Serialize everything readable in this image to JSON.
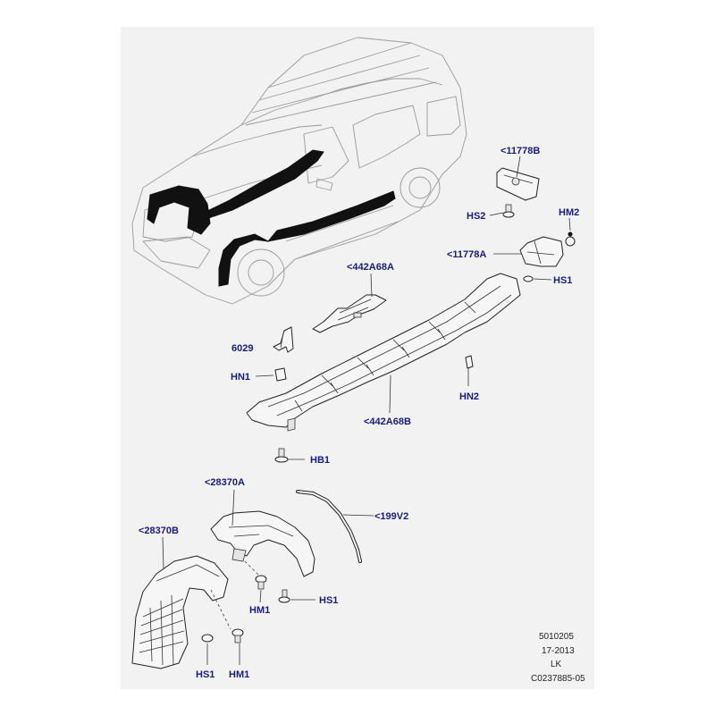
{
  "labels": {
    "l11778b": "<11778B",
    "hs2": "HS2",
    "hm2_top": "HM2",
    "l11778a": "<11778A",
    "hs1_top": "HS1",
    "l442a68a": "<442A68A",
    "l6029": "6029",
    "hn1": "HN1",
    "hn2": "HN2",
    "l442a68b": "<442A68B",
    "hb1": "HB1",
    "l28370a": "<28370A",
    "l199v2": "<199V2",
    "l28370b": "<28370B",
    "hm1_mid": "HM1",
    "hs1_mid": "HS1",
    "hs1_bot": "HS1",
    "hm1_bot": "HM1"
  },
  "footer": {
    "code": "5010205",
    "date": "17-2013",
    "initials": "LK",
    "ref": "C0237885-05"
  },
  "colors": {
    "panel": "#f2f2f2",
    "label": "#1a1a80"
  }
}
